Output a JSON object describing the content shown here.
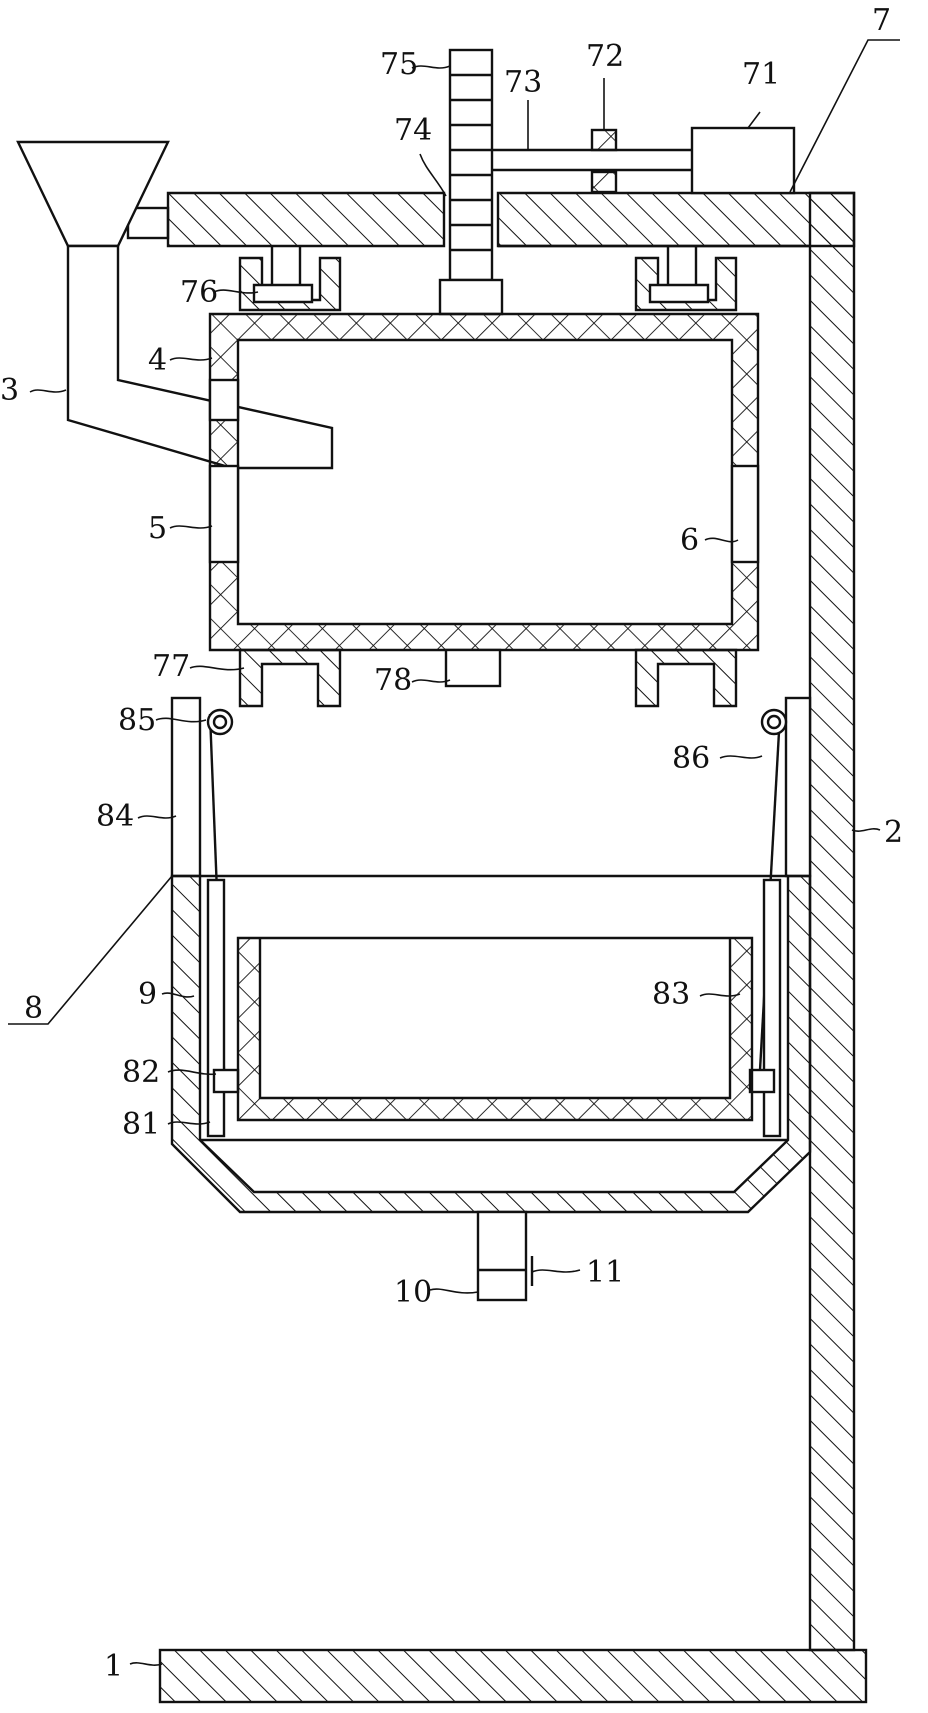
{
  "labels": {
    "l1": "1",
    "l2": "2",
    "l3": "3",
    "l4": "4",
    "l5": "5",
    "l6": "6",
    "l7": "7",
    "l8": "8",
    "l9": "9",
    "l10": "10",
    "l11": "11",
    "l71": "71",
    "l72": "72",
    "l73": "73",
    "l74": "74",
    "l75": "75",
    "l76": "76",
    "l77": "77",
    "l78": "78",
    "l81": "81",
    "l82": "82",
    "l83": "83",
    "l84": "84",
    "l85": "85",
    "l86": "86"
  }
}
